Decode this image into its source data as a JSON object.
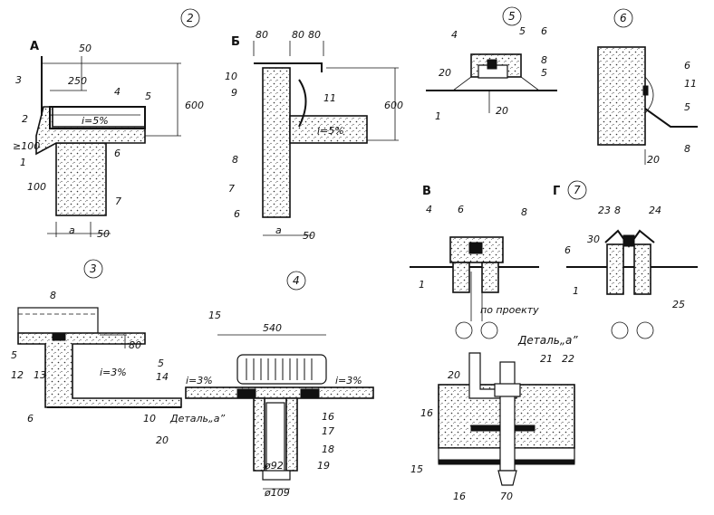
{
  "sections": {
    "A": "А",
    "B": "Б",
    "V": "В",
    "G": "Г"
  },
  "circles": {
    "c2": "2",
    "c3": "3",
    "c4": "4",
    "c5": "5",
    "c6": "6",
    "c7": "7"
  },
  "A": {
    "d50": "50",
    "d250": "250",
    "d600": "600",
    "d100a": "≥100",
    "d100b": "100",
    "da": "a",
    "d50b": "50",
    "n3": "3",
    "n4": "4",
    "n5": "5",
    "n2": "2",
    "n1": "1",
    "n6": "6",
    "n7": "7",
    "slope": "i=5%"
  },
  "B": {
    "d80a": "80",
    "d80b": "80",
    "d80c": "80",
    "d600": "600",
    "da": "a",
    "d50": "50",
    "n10": "10",
    "n9": "9",
    "n11": "11",
    "n8": "8",
    "n7": "7",
    "n6": "6",
    "slope": "i=5%"
  },
  "C5": {
    "n4": "4",
    "n5": "5",
    "n6": "6",
    "n8": "8",
    "n5b": "5",
    "n1": "1",
    "d20a": "20",
    "d20b": "20"
  },
  "C6": {
    "n6": "6",
    "n11": "11",
    "n5": "5",
    "n8": "8",
    "d20": "20"
  },
  "V": {
    "n4": "4",
    "n6": "6",
    "n8": "8",
    "n1": "1",
    "note": "по проекту"
  },
  "G": {
    "n23": "23",
    "n8": "8",
    "n24": "24",
    "d30": "30",
    "n6": "6",
    "n1": "1",
    "n25": "25"
  },
  "C3": {
    "n8": "8",
    "d80": "80",
    "n5": "5",
    "n12": "12",
    "n13": "13",
    "slope": "i=3%",
    "n5b": "5",
    "n14": "14",
    "n6": "6",
    "d10": "10",
    "n20": "20"
  },
  "C4": {
    "n15": "15",
    "d540": "540",
    "slopeL": "i=3%",
    "slopeR": "i=3%",
    "detail": "Деталь„а”",
    "n16": "16",
    "n17": "17",
    "n18": "18",
    "n19": "19",
    "d92": "ø92",
    "d109": "ø109"
  },
  "DA": {
    "title": "Деталь„а”",
    "n20": "20",
    "n21": "21",
    "n22": "22",
    "n16": "16",
    "n16b": "16",
    "d15": "15",
    "d70": "70"
  }
}
